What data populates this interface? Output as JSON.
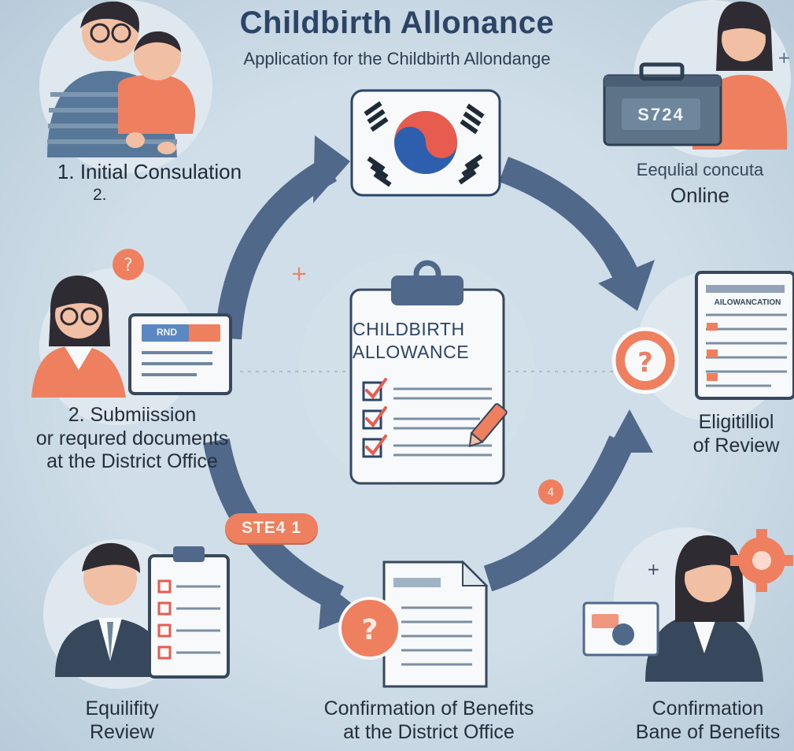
{
  "header": {
    "title": "Childbirth Allonance",
    "subtitle": "Application for the Childbirth Allondange"
  },
  "steps": [
    {
      "id": "initial-consultation",
      "lines": [
        "1. Initial Consulation",
        "2."
      ]
    },
    {
      "id": "online",
      "lines": [
        "Eequlial concuta",
        "Online"
      ]
    },
    {
      "id": "submission",
      "lines": [
        "2.  Submiission",
        "or requred documents",
        "at the District Office"
      ]
    },
    {
      "id": "eligibility-review-right",
      "lines": [
        "Eligitilliol",
        "of Review"
      ]
    },
    {
      "id": "eligibility-review-left",
      "lines": [
        "Equilifity",
        "Review"
      ]
    },
    {
      "id": "confirmation-office",
      "lines": [
        "Confirmation of Benefits",
        "at the District Office"
      ]
    },
    {
      "id": "confirmation-bank",
      "lines": [
        "Confirmation",
        "Bane of Benefits"
      ]
    }
  ],
  "center_card": {
    "title_lines": [
      "CHILDBIRTH",
      "ALLOWANCE"
    ]
  },
  "badges": {
    "s724": "S724",
    "step_tag": "STE4 1",
    "laptop_tag": "RND",
    "form_header": "AILOWANCATION"
  },
  "colors": {
    "background": "#c6d7e3",
    "arrow": "#50698a",
    "accent": "#ee8060",
    "navy": "#2c4566",
    "paper": "#f7f9fb",
    "suit": "#37475c"
  }
}
